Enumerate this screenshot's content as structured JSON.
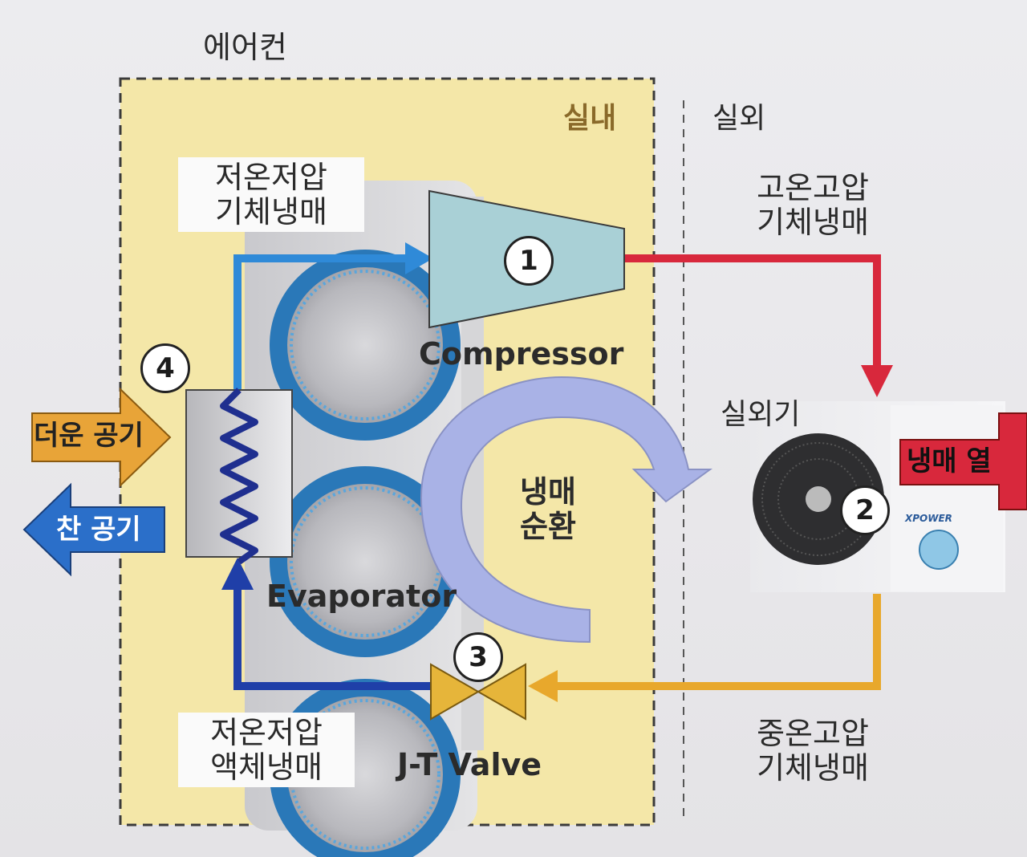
{
  "title": "에어컨",
  "zones": {
    "indoor": "실내",
    "outdoor": "실외"
  },
  "states": {
    "low_temp_low_pressure_gas": [
      "저온저압",
      "기체냉매"
    ],
    "high_temp_high_pressure_gas": [
      "고온고압",
      "기체냉매"
    ],
    "low_temp_low_pressure_liquid": [
      "저온저압",
      "액체냉매"
    ],
    "mid_temp_high_pressure_gas": [
      "중온고압",
      "기체냉매"
    ]
  },
  "components": {
    "compressor": {
      "num": "1",
      "label": "Compressor"
    },
    "outdoor_unit": {
      "num": "2",
      "label": "실외기",
      "brand": "XPOWER"
    },
    "valve": {
      "num": "3",
      "label": "J-T Valve"
    },
    "evaporator": {
      "num": "4",
      "label": "Evaporator"
    }
  },
  "cycle_label": [
    "냉매",
    "순환"
  ],
  "air": {
    "warm": "더운 공기",
    "cold": "찬 공기",
    "heat": "냉매 열"
  },
  "colors": {
    "indoor_bg": "#f4e7a8",
    "low_pressure_line": "#2f8ad8",
    "liquid_line": "#1f3fa8",
    "high_pressure_line": "#d8283c",
    "mid_pressure_line": "#e8a82c",
    "warm_air": "#e8a438",
    "cold_air": "#2b6fc9",
    "heat_arrow": "#d8283c",
    "cycle_arrow": "#a9b2e6",
    "compressor_fill": "#a9d0d6",
    "valve_fill": "#e6b53a"
  }
}
